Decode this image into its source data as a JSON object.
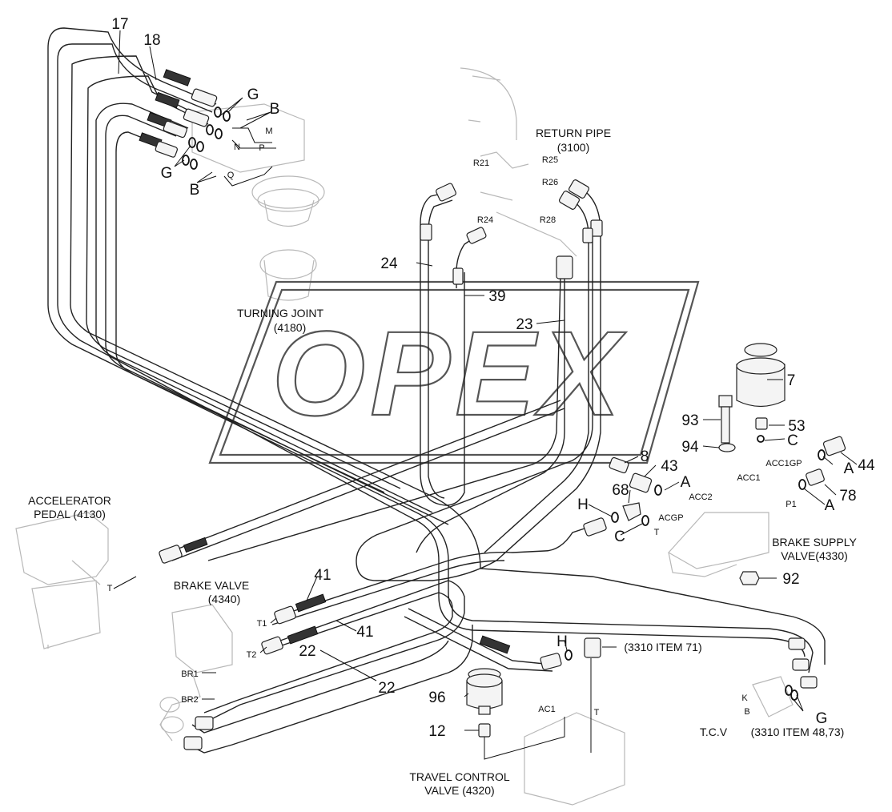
{
  "watermark": "OPEX",
  "components": {
    "return_pipe": {
      "name": "RETURN PIPE",
      "code": "(3100)"
    },
    "turning_joint": {
      "name": "TURNING JOINT",
      "code": "(4180)"
    },
    "accelerator_pedal": {
      "name": "ACCELERATOR",
      "name2": "PEDAL (4130)"
    },
    "brake_valve": {
      "name": "BRAKE VALVE",
      "code": "(4340)"
    },
    "brake_supply_valve": {
      "name": "BRAKE SUPPLY",
      "code": "VALVE(4330)"
    },
    "travel_control_valve": {
      "name": "TRAVEL CONTROL",
      "code": "VALVE (4320)"
    },
    "tcv": {
      "name": "T.C.V",
      "ref": "(3310 ITEM 48,73)"
    },
    "item71_ref": "(3310 ITEM 71)"
  },
  "part_numbers": {
    "p17": "17",
    "p18": "18",
    "p24": "24",
    "p39": "39",
    "p23": "23",
    "p7": "7",
    "p93": "93",
    "p53": "53",
    "p94": "94",
    "p8": "8",
    "p43": "43",
    "p44": "44",
    "p68": "68",
    "p78": "78",
    "p92": "92",
    "p41a": "41",
    "p41b": "41",
    "p22a": "22",
    "p22b": "22",
    "p96": "96",
    "p12": "12"
  },
  "seal_letters": {
    "g1": "G",
    "b1": "B",
    "g2": "G",
    "b2": "B",
    "c1": "C",
    "a1": "A",
    "a2": "A",
    "a3": "A",
    "h1": "H",
    "c2": "C",
    "h2": "H",
    "g3": "G"
  },
  "ports": {
    "m": "M",
    "n": "N",
    "p": "P",
    "q": "Q",
    "r21": "R21",
    "r25": "R25",
    "r26": "R26",
    "r24": "R24",
    "r28": "R28",
    "acc1gp": "ACC1GP",
    "acc1": "ACC1",
    "acc2": "ACC2",
    "p1": "P1",
    "acgp": "ACGP",
    "t_bsv": "T",
    "t_pedal": "T",
    "t1": "T1",
    "t2": "T2",
    "br1": "BR1",
    "br2": "BR2",
    "ac1": "AC1",
    "t_tcv": "T",
    "k": "K",
    "b_tcv": "B"
  }
}
